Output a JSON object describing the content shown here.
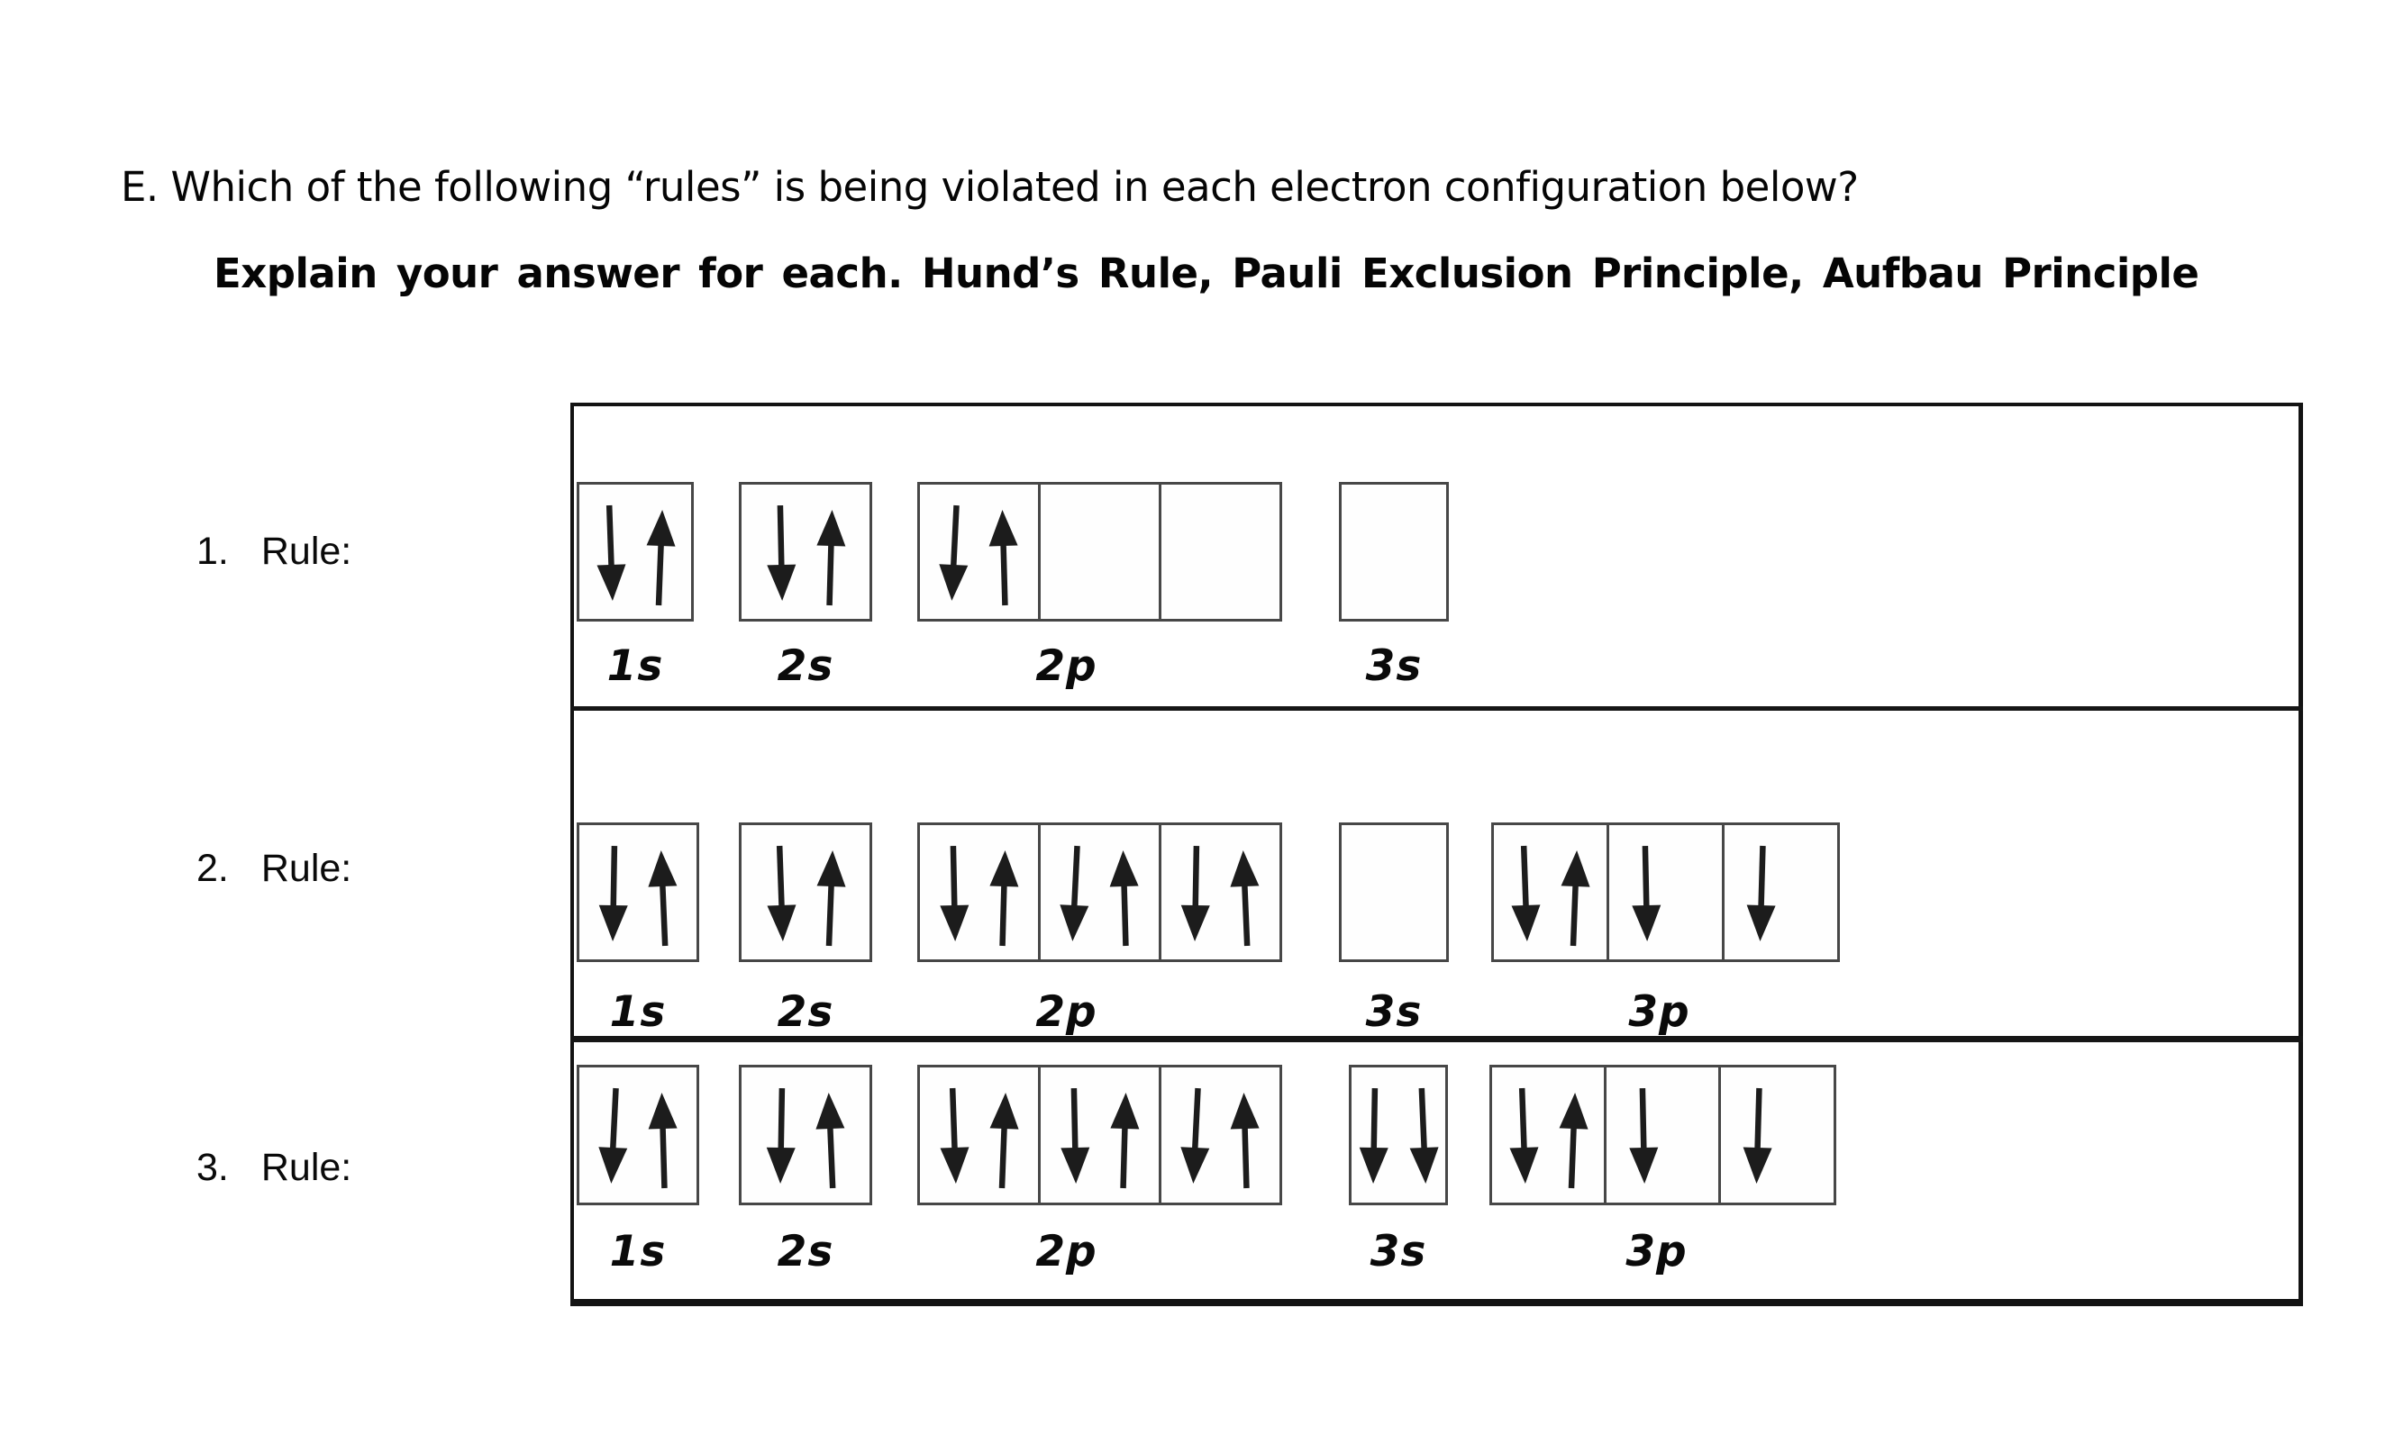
{
  "title": {
    "line1": "E. Which of the following “rules” is being violated in each electron configuration below?",
    "line2": "Explain your answer for each. Hund’s Rule, Pauli Exclusion Principle, Aufbau Principle"
  },
  "diagram": {
    "rows": [
      {
        "rule_label_number": "1.",
        "rule_label_text": "Rule:",
        "orbitals": [
          {
            "name": "1s",
            "cells": [
              "du"
            ]
          },
          {
            "name": "2s",
            "cells": [
              "du"
            ]
          },
          {
            "name": "2p",
            "cells": [
              "du",
              "",
              ""
            ]
          },
          {
            "name": "3s",
            "cells": [
              ""
            ]
          }
        ]
      },
      {
        "rule_label_number": "2.",
        "rule_label_text": "Rule:",
        "orbitals": [
          {
            "name": "1s",
            "cells": [
              "du"
            ]
          },
          {
            "name": "2s",
            "cells": [
              "du"
            ]
          },
          {
            "name": "2p",
            "cells": [
              "du",
              "du",
              "du"
            ]
          },
          {
            "name": "3s",
            "cells": [
              ""
            ]
          },
          {
            "name": "3p",
            "cells": [
              "du",
              "d",
              "d"
            ]
          }
        ]
      },
      {
        "rule_label_number": "3.",
        "rule_label_text": "Rule:",
        "orbitals": [
          {
            "name": "1s",
            "cells": [
              "du"
            ]
          },
          {
            "name": "2s",
            "cells": [
              "du"
            ]
          },
          {
            "name": "2p",
            "cells": [
              "du",
              "du",
              "du"
            ]
          },
          {
            "name": "3s",
            "cells": [
              "dd"
            ]
          },
          {
            "name": "3p",
            "cells": [
              "du",
              "d",
              "d"
            ]
          }
        ]
      }
    ]
  }
}
